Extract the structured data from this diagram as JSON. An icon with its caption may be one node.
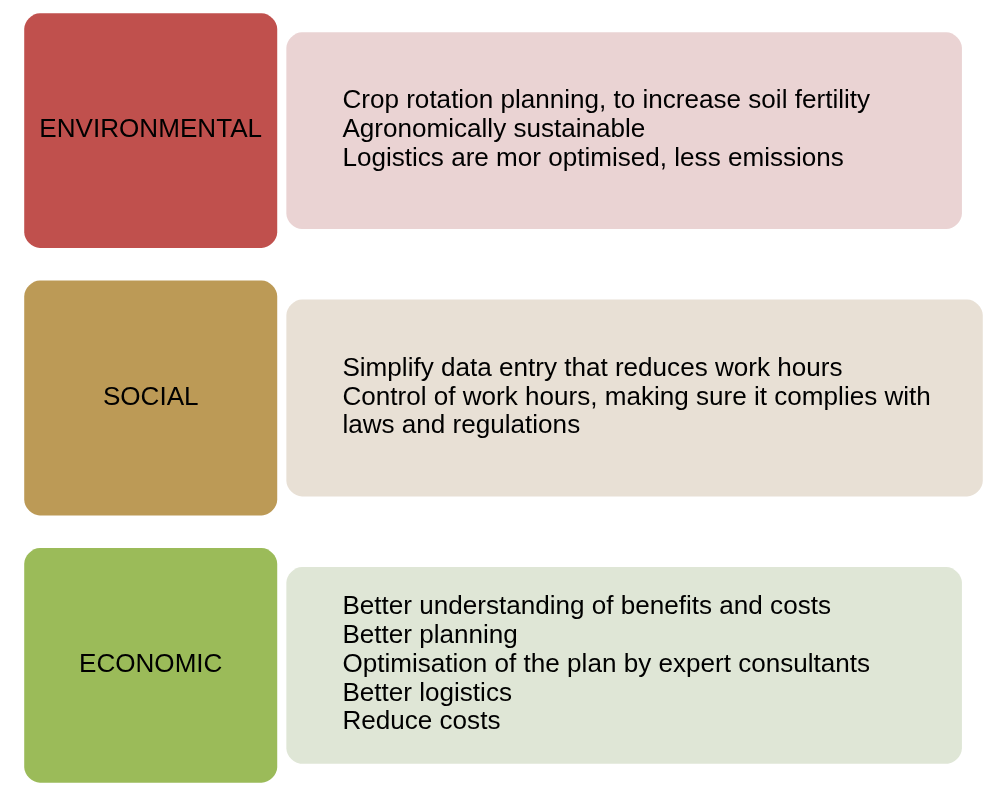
{
  "diagram": {
    "nodes": [
      {
        "text": [
          "ENVIRONMENTAL"
        ]
      },
      {
        "text": [
          "Crop rotation planning, to increase soil fertility",
          "Agronomically sustainable",
          "Logistics are mor optimised, less emissions"
        ]
      },
      {
        "text": [
          "SOCIAL"
        ]
      },
      {
        "text": [
          "Simplify data entry that reduces work hours",
          "Control of work hours, making sure it complies with laws and regulations"
        ]
      },
      {
        "text": [
          "ECONOMIC"
        ]
      },
      {
        "text": [
          "Better understanding of benefits and costs",
          "Better planning",
          "Optimisation of the plan by expert consultants",
          "Better logistics",
          "Reduce costs"
        ]
      }
    ]
  }
}
